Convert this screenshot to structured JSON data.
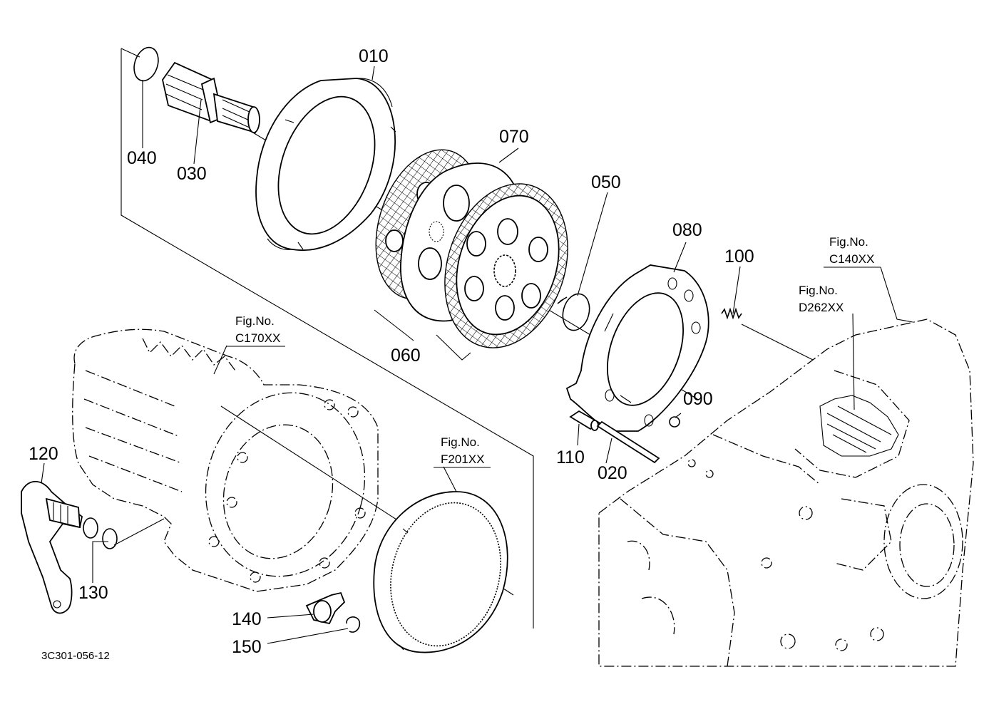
{
  "diagram": {
    "drawing_code": "3C301-056-12",
    "part_labels": [
      "010",
      "020",
      "030",
      "040",
      "050",
      "060",
      "070",
      "080",
      "090",
      "100",
      "110",
      "120",
      "130",
      "140",
      "150"
    ],
    "figure_refs": [
      {
        "line1": "Fig.No.",
        "line2": "C170XX"
      },
      {
        "line1": "Fig.No.",
        "line2": "F201XX"
      },
      {
        "line1": "Fig.No.",
        "line2": "C140XX"
      },
      {
        "line1": "Fig.No.",
        "line2": "D262XX"
      }
    ]
  }
}
